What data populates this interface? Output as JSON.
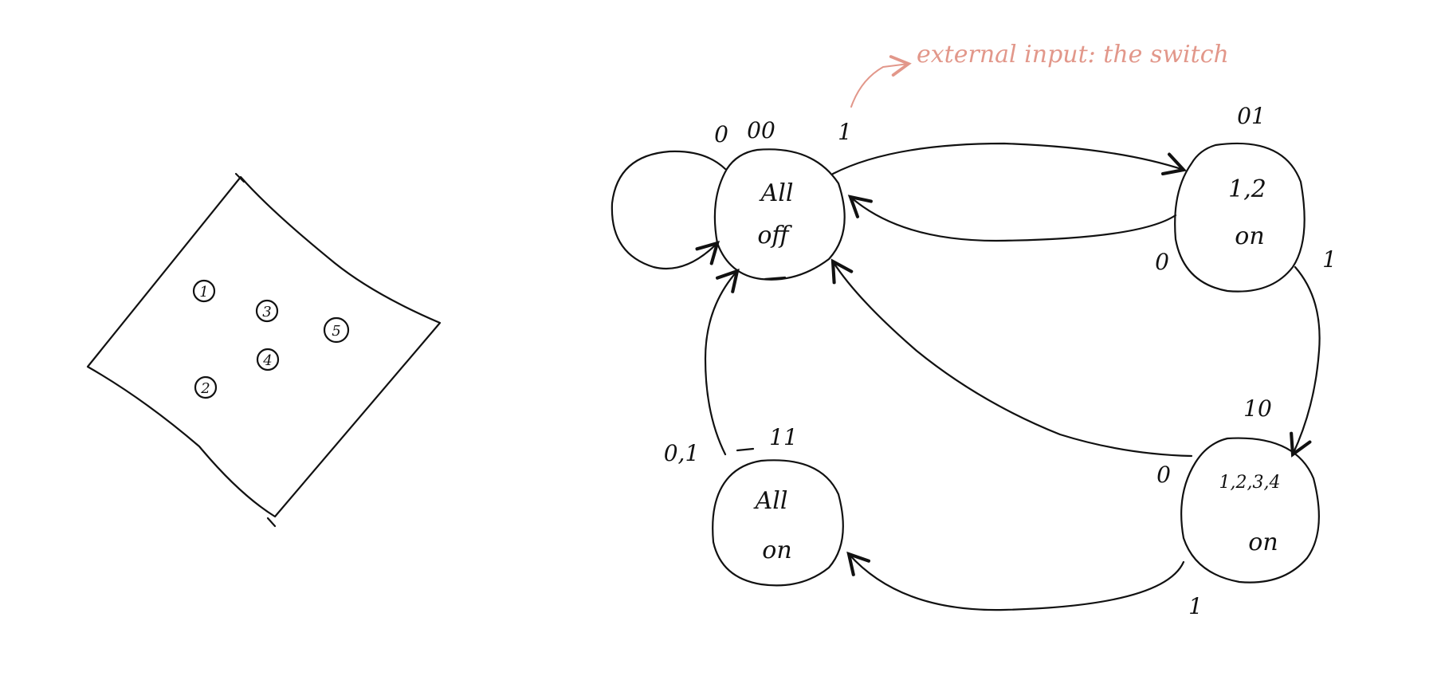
{
  "annotation": {
    "text": "external input: the switch",
    "color": "#e2978a"
  },
  "panel": {
    "bulbs": [
      "1",
      "2",
      "3",
      "4",
      "5"
    ]
  },
  "states": {
    "s00": {
      "code": "00",
      "line1": "All",
      "line2": "off"
    },
    "s01": {
      "code": "01",
      "line1": "1,2",
      "line2": "on"
    },
    "s10": {
      "code": "10",
      "line1": "1,2,3,4",
      "line2": "on"
    },
    "s11": {
      "code": "11",
      "line1": "All",
      "line2": "on"
    }
  },
  "transitions": {
    "t00_self": "0",
    "t00_01": "1",
    "t01_00": "0",
    "t01_10": "1",
    "t10_00": "0",
    "t10_11": "1",
    "t11_00": "0,1"
  },
  "ink_color": "#111111"
}
